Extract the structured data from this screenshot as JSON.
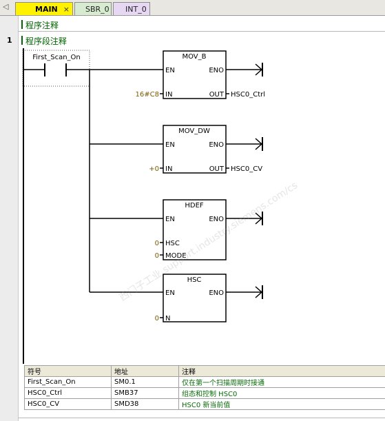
{
  "tabs": [
    {
      "label": "MAIN",
      "active": true,
      "color": "#fff200"
    },
    {
      "label": "SBR_0",
      "active": false,
      "color": "#d7ebd1"
    },
    {
      "label": "INT_0",
      "active": false,
      "color": "#e6d7f3"
    }
  ],
  "tab_close": "×",
  "tab_scroll": "◁",
  "program_comment": "程序注释",
  "network": {
    "number": "1",
    "comment": "程序段注释",
    "contact": "First_Scan_On",
    "blocks": [
      {
        "name": "MOV_B",
        "en": "EN",
        "eno": "ENO",
        "in_label": "IN",
        "in_value": "16#C8",
        "out_label": "OUT",
        "out_value": "HSC0_Ctrl"
      },
      {
        "name": "MOV_DW",
        "en": "EN",
        "eno": "ENO",
        "in_label": "IN",
        "in_value": "+0",
        "out_label": "OUT",
        "out_value": "HSC0_CV"
      },
      {
        "name": "HDEF",
        "en": "EN",
        "eno": "ENO",
        "hsc_label": "HSC",
        "hsc_value": "0",
        "mode_label": "MODE",
        "mode_value": "0"
      },
      {
        "name": "HSC",
        "en": "EN",
        "eno": "ENO",
        "n_label": "N",
        "n_value": "0"
      }
    ]
  },
  "symbol_table": {
    "headers": [
      "符号",
      "地址",
      "注释"
    ],
    "rows": [
      [
        "First_Scan_On",
        "SM0.1",
        "仅在第一个扫描周期时接通"
      ],
      [
        "HSC0_Ctrl",
        "SMB37",
        "组态和控制 HSC0"
      ],
      [
        "HSC0_CV",
        "SMD38",
        "HSC0 新当前值"
      ]
    ]
  },
  "watermark": "西门子工业  support.industry.siemens.com/cs"
}
